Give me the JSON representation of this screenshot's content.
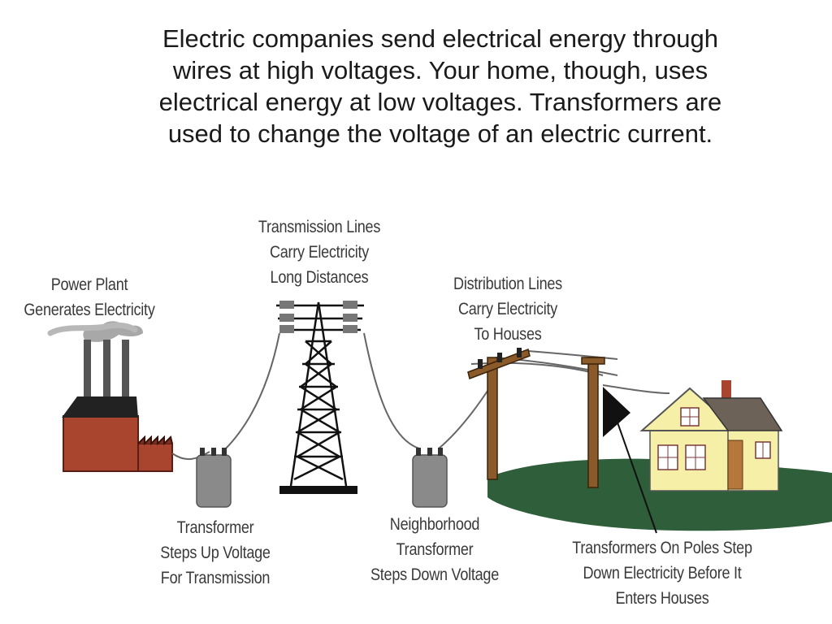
{
  "intro_lines": [
    "Electric companies send electrical energy through",
    "wires at high voltages. Your home, though, uses",
    "electrical energy at low voltages. Transformers are",
    "used to change the voltage of an electric current."
  ],
  "labels": {
    "power_plant": [
      "Power Plant",
      "Generates Electricity"
    ],
    "transmission_lines": [
      "Transmission Lines",
      "Carry Electricity",
      "Long Distances"
    ],
    "distribution_lines": [
      "Distribution Lines",
      "Carry Electricity",
      "To Houses"
    ],
    "step_up_transformer": [
      "Transformer",
      "Steps Up Voltage",
      "For Transmission"
    ],
    "neighborhood_transformer": [
      "Neighborhood",
      "Transformer",
      "Steps Down Voltage"
    ],
    "pole_transformers": [
      "Transformers On Poles Step",
      "Down Electricity Before It",
      "Enters Houses"
    ]
  },
  "colors": {
    "brick": "#a9452f",
    "roof": "#222222",
    "transformer": "#8a8a8a",
    "ground": "#2f5e3a",
    "house": "#f5efa8",
    "pole": "#8b5a2b",
    "door": "#b5773b"
  }
}
